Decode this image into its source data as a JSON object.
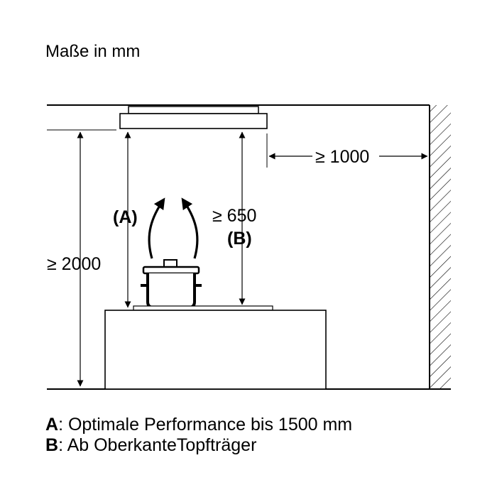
{
  "title": "Maße in mm",
  "dimensions": {
    "wall_distance": "≥ 1000",
    "mount_height": "≥ 2000",
    "distance_a": "(A)",
    "distance_b_value": "≥ 650",
    "distance_b_label": "(B)"
  },
  "legend": [
    {
      "key": "A",
      "sep": ":",
      "text": " Optimale Performance bis 1500 mm"
    },
    {
      "key": "B",
      "sep": ":",
      "text": " Ab OberkanteTopfträger"
    }
  ]
}
